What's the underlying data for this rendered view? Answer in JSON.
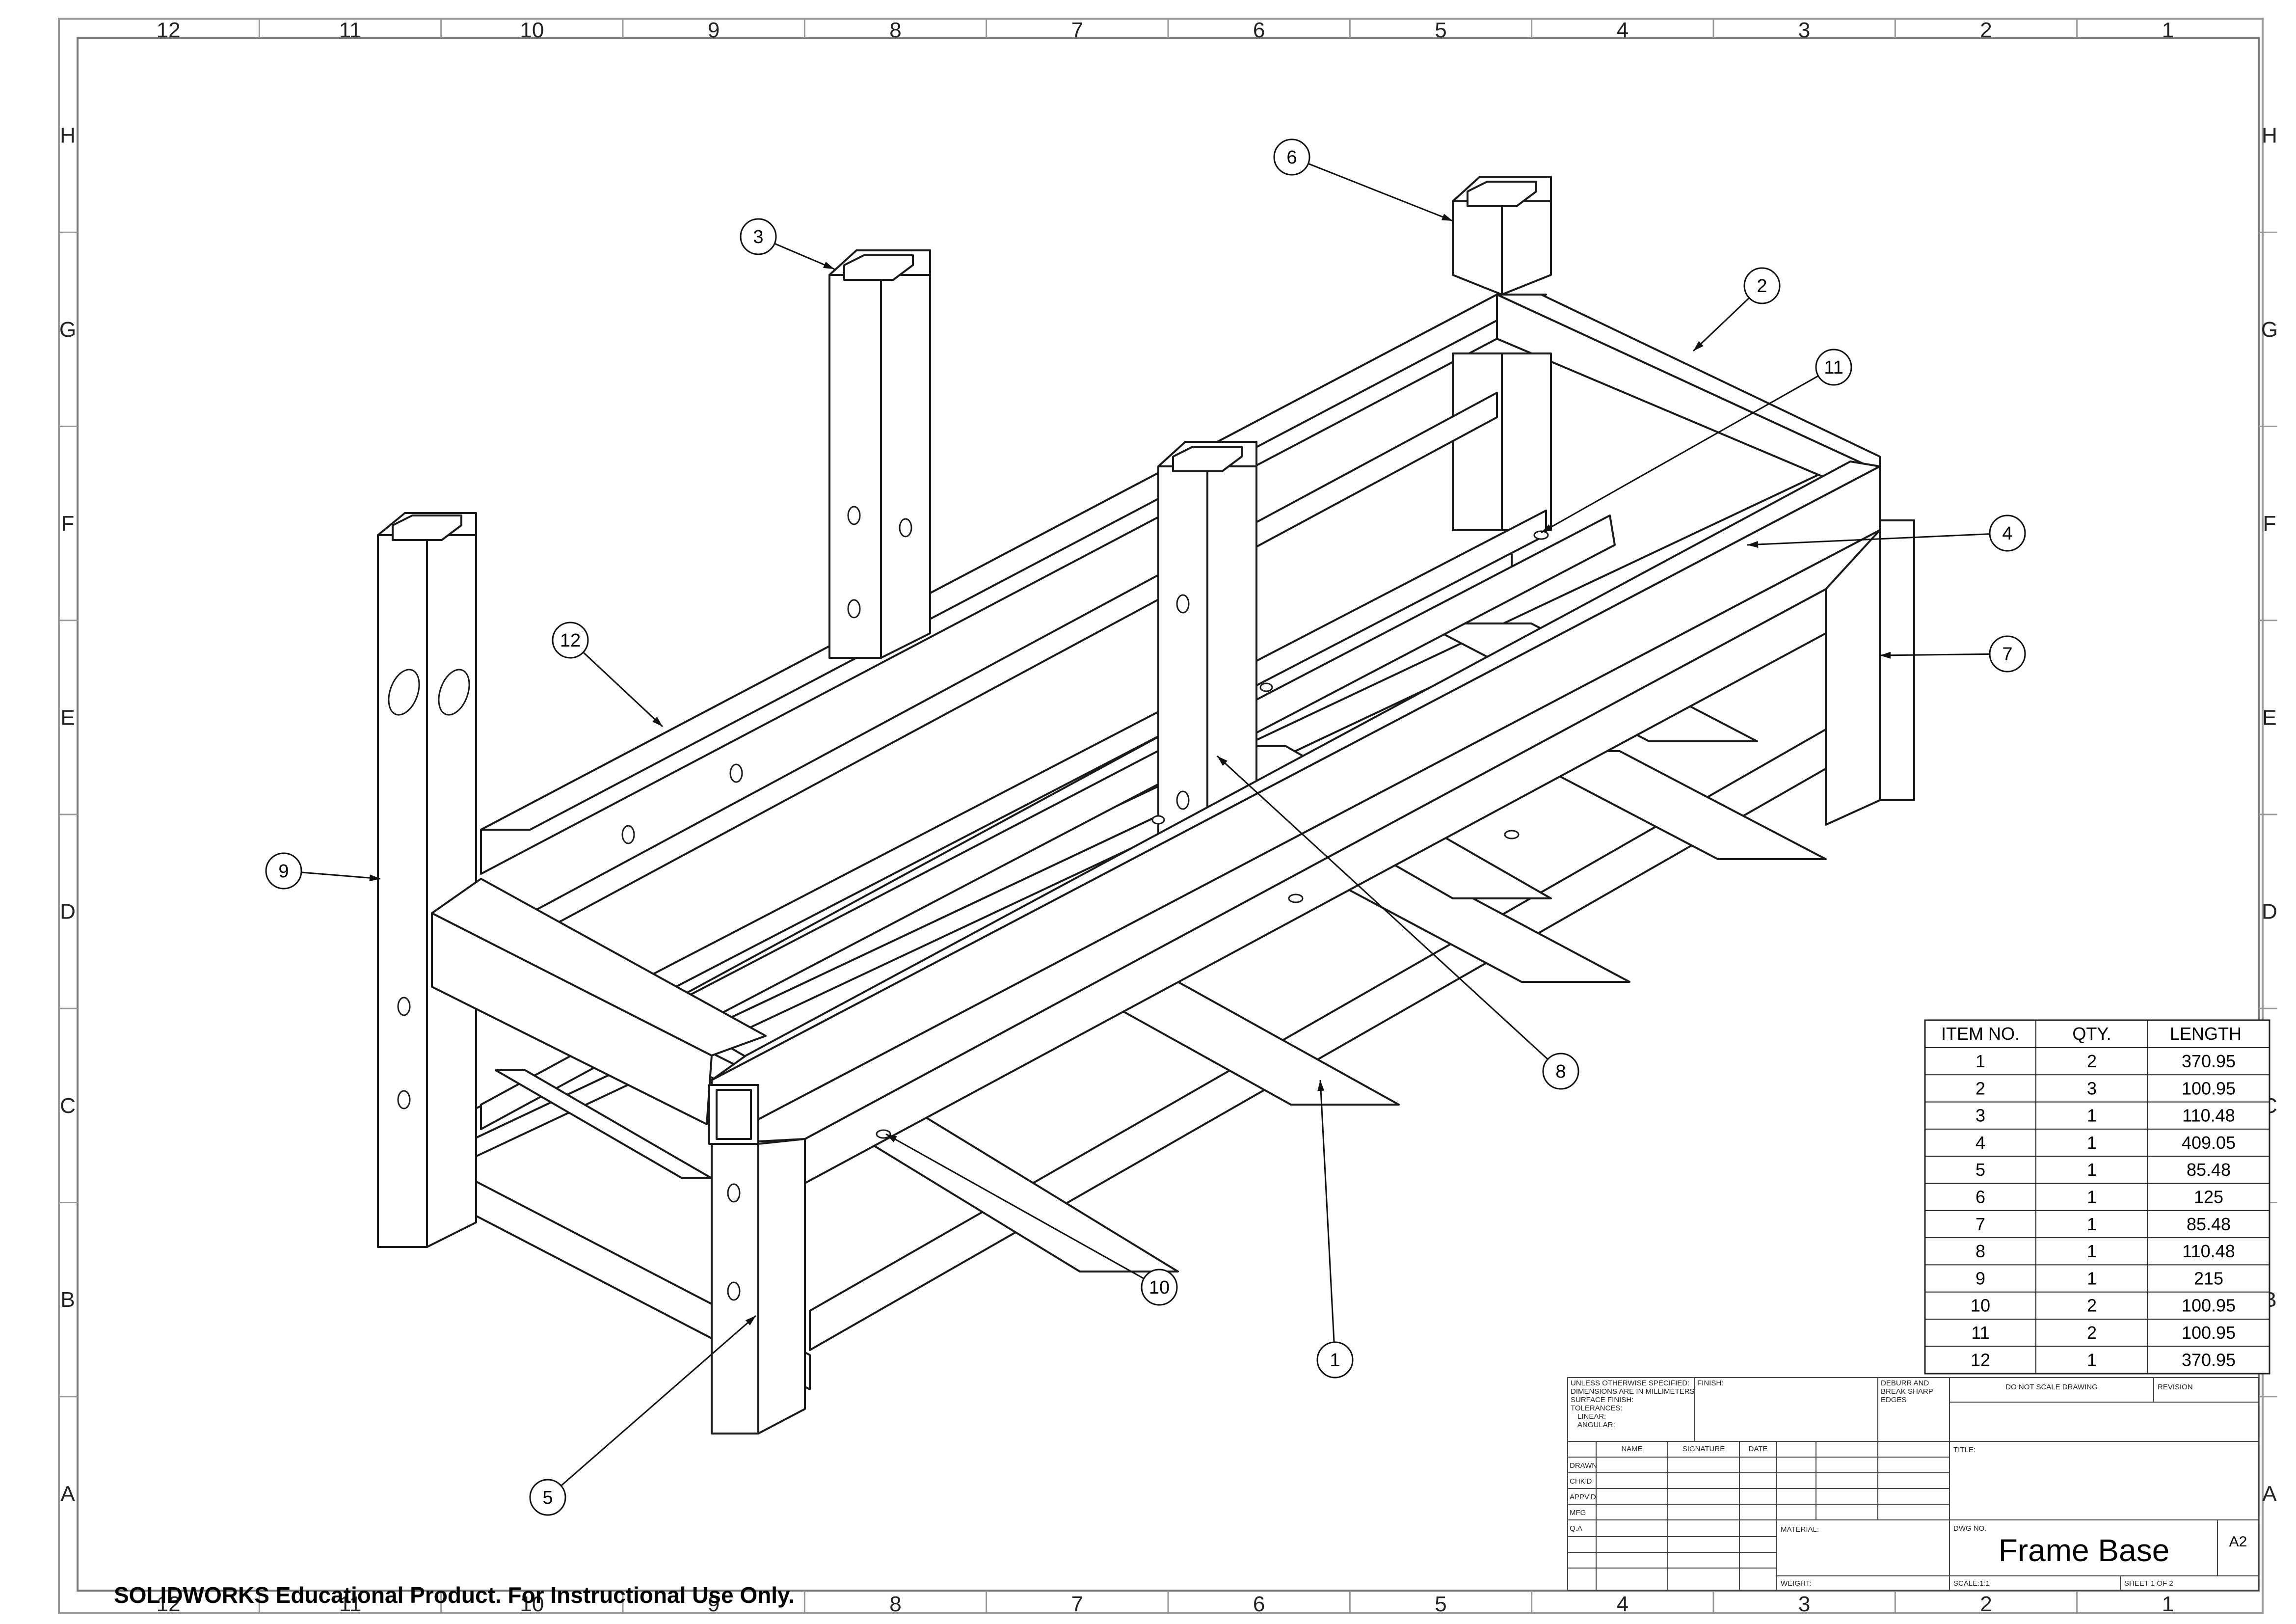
{
  "drawing": {
    "title": "Frame Base",
    "size": "A2",
    "scale": "SCALE:1:1",
    "sheet": "SHEET 1 OF 2",
    "watermark": "SOLIDWORKS Educational Product. For Instructional Use Only."
  },
  "zones": {
    "columns": [
      "12",
      "11",
      "10",
      "9",
      "8",
      "7",
      "6",
      "5",
      "4",
      "3",
      "2",
      "1"
    ],
    "rows": [
      "H",
      "G",
      "F",
      "E",
      "D",
      "C",
      "B",
      "A"
    ]
  },
  "bom": {
    "headers": [
      "ITEM NO.",
      "QTY.",
      "LENGTH"
    ],
    "rows": [
      [
        "1",
        "2",
        "370.95"
      ],
      [
        "2",
        "3",
        "100.95"
      ],
      [
        "3",
        "1",
        "110.48"
      ],
      [
        "4",
        "1",
        "409.05"
      ],
      [
        "5",
        "1",
        "85.48"
      ],
      [
        "6",
        "1",
        "125"
      ],
      [
        "7",
        "1",
        "85.48"
      ],
      [
        "8",
        "1",
        "110.48"
      ],
      [
        "9",
        "1",
        "215"
      ],
      [
        "10",
        "2",
        "100.95"
      ],
      [
        "11",
        "2",
        "100.95"
      ],
      [
        "12",
        "1",
        "370.95"
      ]
    ]
  },
  "balloons": [
    "1",
    "2",
    "3",
    "4",
    "5",
    "6",
    "7",
    "8",
    "9",
    "10",
    "11",
    "12"
  ],
  "title_block": {
    "notes": [
      "UNLESS OTHERWISE SPECIFIED:",
      "DIMENSIONS ARE IN MILLIMETERS",
      "SURFACE FINISH:",
      "TOLERANCES:",
      "LINEAR:",
      "ANGULAR:"
    ],
    "finish": "FINISH:",
    "deburr": [
      "DEBURR AND",
      "BREAK SHARP",
      "EDGES"
    ],
    "no_scale": "DO NOT SCALE DRAWING",
    "revision": "REVISION",
    "name": "NAME",
    "signature": "SIGNATURE",
    "date": "DATE",
    "roles": [
      "DRAWN",
      "CHK'D",
      "APPV'D",
      "MFG",
      "Q.A"
    ],
    "title_label": "TITLE:",
    "material": "MATERIAL:",
    "dwg_no": "DWG NO.",
    "weight": "WEIGHT:"
  }
}
